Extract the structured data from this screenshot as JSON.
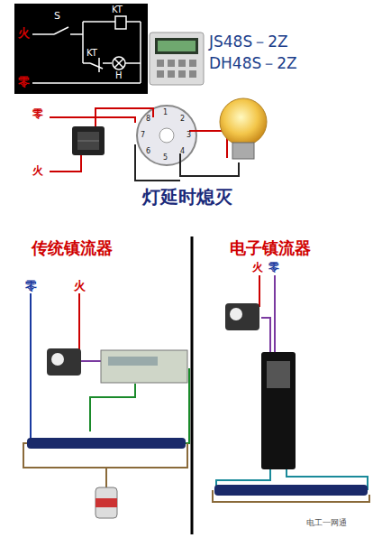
{
  "diagram": {
    "title": "灯延时熄灭",
    "labels": [
      "火",
      "零",
      "S",
      "KT",
      "KT",
      "H",
      "JS48S－2Z",
      "DH48S－2Z",
      "零",
      "火",
      "1",
      "2",
      "3",
      "4",
      "5",
      "6",
      "7",
      "8",
      "传统镇流器",
      "电子镇流器",
      "零",
      "火",
      "火",
      "零",
      "电工一网通"
    ]
  }
}
